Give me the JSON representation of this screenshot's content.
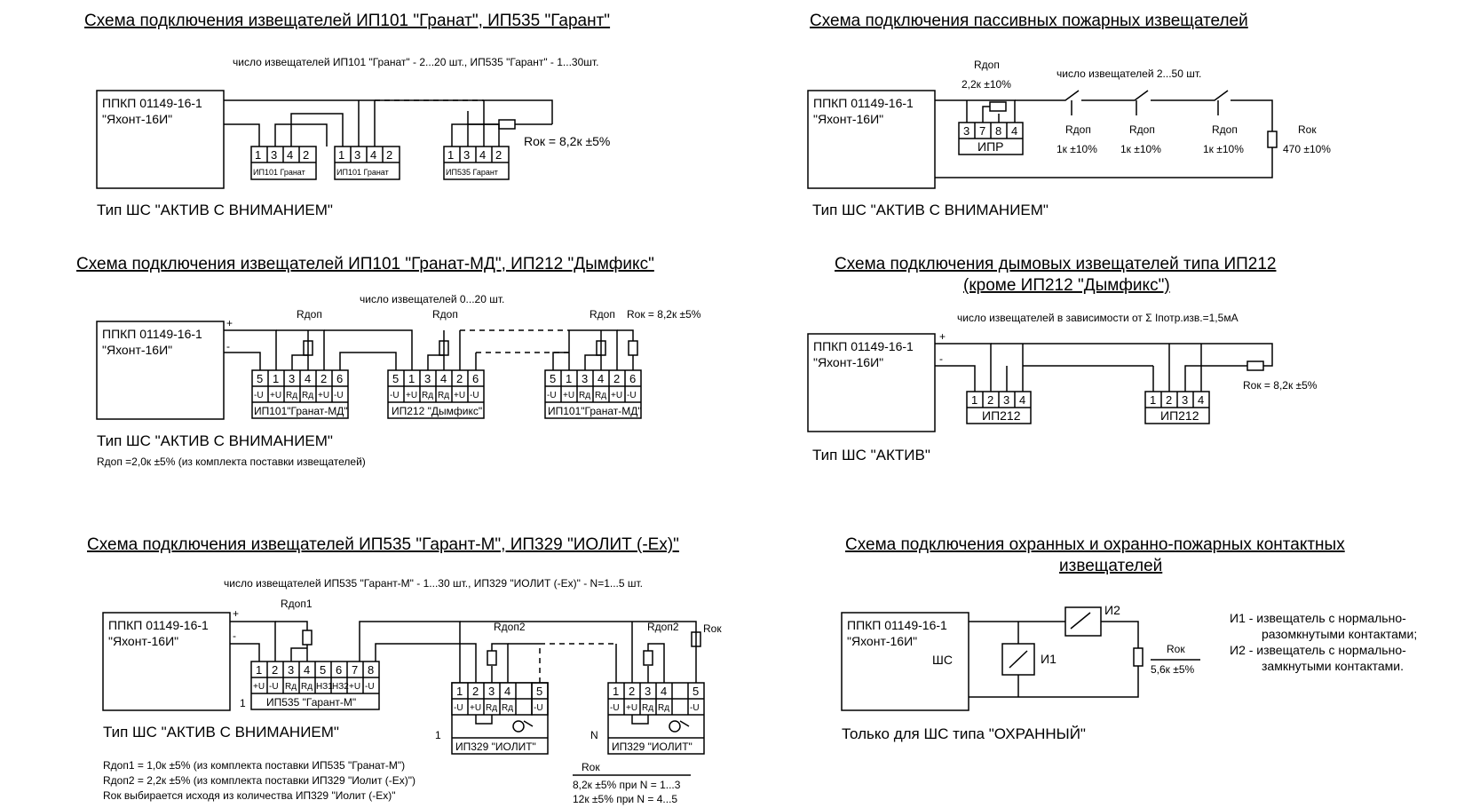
{
  "ppkp": {
    "line1": "ППКП 01149-16-1",
    "line2": "\"Яхонт-16И\""
  },
  "s1": {
    "title": "Схема подключения извещателей ИП101 \"Гранат\", ИП535 \"Гарант\"",
    "count": "число извещателей ИП101 \"Гранат\" - 2...20 шт., ИП535 \"Гарант\" - 1...30шт.",
    "pins": [
      "1",
      "3",
      "4",
      "2"
    ],
    "det1": "ИП101 Гранат",
    "det2": "ИП101 Гранат",
    "det3": "ИП535 Гарант",
    "rok": "Rок = 8,2к ±5%",
    "type": "Тип ШС \"АКТИВ С ВНИМАНИЕМ\""
  },
  "s2": {
    "title": "Схема подключения пассивных пожарных извещателей",
    "rdop": "Rдоп",
    "rdop_val": "2,2к ±10%",
    "count": "число извещателей 2...50 шт.",
    "ipr_pins": [
      "3",
      "7",
      "8",
      "4"
    ],
    "ipr": "ИПР",
    "rdop_small": "Rдоп",
    "rdop_small_val": "1к ±10%",
    "rok": "Rок",
    "rok_val": "470 ±10%",
    "type": "Тип ШС \"АКТИВ С ВНИМАНИЕМ\""
  },
  "s3": {
    "title": "Схема подключения извещателей ИП101 \"Гранат-МД\", ИП212 \"Дымфикс\"",
    "count": "число извещателей 0...20 шт.",
    "plus": "+",
    "minus": "-",
    "rdop": "Rдоп",
    "rok": "Rок = 8,2к ±5%",
    "pins": [
      "5",
      "1",
      "3",
      "4",
      "2",
      "6"
    ],
    "pinlabels": [
      "-U",
      "+U",
      "Rд",
      "Rд",
      "+U",
      "-U"
    ],
    "det1": "ИП101\"Гранат-МД\"",
    "det2": "ИП212 \"Дымфикс\"",
    "det3": "ИП101\"Гранат-МД\"",
    "type": "Тип ШС \"АКТИВ С ВНИМАНИЕМ\"",
    "note": "Rдоп  =2,0к ±5% (из комплекта поставки извещателей)"
  },
  "s4": {
    "title1": "Схема подключения дымовых извещателей типа ИП212",
    "title2": "(кроме ИП212 \"Дымфикс\")",
    "count": "число извещателей в зависимости от Σ Iпотр.изв.=1,5мА",
    "plus": "+",
    "minus": "-",
    "pins": [
      "1",
      "2",
      "3",
      "4"
    ],
    "det": "ИП212",
    "rok": "Rок = 8,2к ±5%",
    "type": "Тип ШС \"АКТИВ\""
  },
  "s5": {
    "title": "Схема подключения извещателей ИП535 \"Гарант-М\", ИП329 \"ИОЛИТ (-Ex)\"",
    "count": "число извещателей ИП535 \"Гарант-М\" - 1...30 шт., ИП329 \"ИОЛИТ (-Ex)\" - N=1...5 шт.",
    "plus": "+",
    "minus": "-",
    "rdop1": "Rдоп1",
    "rdop2": "Rдоп2",
    "rok": "Rок",
    "g_pins": [
      "1",
      "2",
      "3",
      "4",
      "5",
      "6",
      "7",
      "8"
    ],
    "g_labels": [
      "+U",
      "-U",
      "Rд",
      "Rд",
      "НЗ1",
      "НЗ2",
      "+U",
      "-U"
    ],
    "g_name": "ИП535 \"Гарант-М\"",
    "g_num": "1",
    "i_pins": [
      "1",
      "2",
      "3",
      "4",
      "5"
    ],
    "i_labels": [
      "-U",
      "+U",
      "Rд",
      "Rд",
      "-U"
    ],
    "i_name": "ИП329 \"ИОЛИТ\"",
    "num1": "1",
    "numN": "N",
    "type": "Тип ШС \"АКТИВ С ВНИМАНИЕМ\"",
    "note1": "Rдоп1 = 1,0к ±5% (из комплекта поставки ИП535 \"Гранат-М\")",
    "note2": "Rдоп2 = 2,2к ±5% (из комплекта поставки ИП329 \"Иолит (-Ex)\")",
    "note3": "Rок  выбирается исходя из количества ИП329 \"Иолит (-Ex)\"",
    "rok_table_title": "Rок",
    "rok_row1": "8,2к ±5% при N = 1...3",
    "rok_row2": "12к ±5%  при N = 4...5"
  },
  "s6": {
    "title1": "Схема подключения охранных и охранно-пожарных контактных",
    "title2": "извещателей",
    "shs": "ШС",
    "i1": "И1",
    "i2": "И2",
    "rok": "Rок",
    "rok_val": "5,6к ±5%",
    "leg1a": "И1 - извещатель с нормально-",
    "leg1b": "разомкнутыми контактами;",
    "leg2a": "И2 - извещатель с нормально-",
    "leg2b": "замкнутыми контактами.",
    "type": "Только для ШС типа \"ОХРАННЫЙ\""
  }
}
